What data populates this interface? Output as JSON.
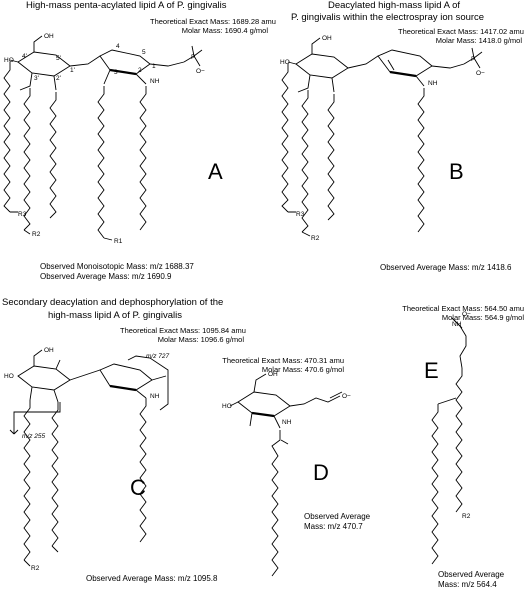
{
  "panels": {
    "A": {
      "letter": "A",
      "title": "High-mass penta-acylated lipid A of P. gingivalis",
      "exact_mass": "Theoretical Exact Mass: 1689.28 amu",
      "molar_mass": "Molar Mass: 1690.4 g/mol",
      "obs_line1": "Observed Monoisotopic Mass: m/z 1688.37",
      "obs_line2": "Observed Average Mass: m/z 1690.9",
      "groups": [
        "R1",
        "R2",
        "R3"
      ]
    },
    "B": {
      "letter": "B",
      "title_line1": "Deacylated high-mass lipid A of",
      "title_line2": "P. gingivalis within the electrospray ion source",
      "exact_mass": "Theoretical Exact Mass: 1417.02 amu",
      "molar_mass": "Molar Mass: 1418.0 g/mol",
      "obs_line1": "Observed Average Mass: m/z 1418.6",
      "groups": [
        "R2",
        "R3"
      ]
    },
    "C": {
      "letter": "C",
      "title_line1": "Secondary deacylation and dephosphorylation of the",
      "title_line2": "high-mass lipid A of P. gingivalis",
      "exact_mass": "Theoretical Exact Mass: 1095.84 amu",
      "molar_mass": "Molar Mass: 1096.6 g/mol",
      "obs_line1": "Observed Average Mass: m/z 1095.8",
      "fragment1": "m/z 727",
      "fragment2": "m/z 255",
      "groups": [
        "R2"
      ]
    },
    "D": {
      "letter": "D",
      "exact_mass": "Theoretical Exact Mass: 470.31 amu",
      "molar_mass": "Molar Mass: 470.6 g/mol",
      "obs_line1": "Observed Average",
      "obs_line2": "Mass: m/z 470.7"
    },
    "E": {
      "letter": "E",
      "exact_mass": "Theoretical Exact Mass: 564.50 amu",
      "molar_mass": "Molar Mass: 564.9 g/mol",
      "obs_line1": "Observed Average",
      "obs_line2": "Mass: m/z 564.4",
      "groups": [
        "R2"
      ]
    }
  },
  "atoms": {
    "oh": "OH",
    "ho": "HO",
    "o": "O",
    "nh": "NH",
    "p": "P",
    "o_minus": "O−",
    "ring_numbers": [
      "1",
      "2",
      "3",
      "4",
      "5",
      "1'",
      "2'",
      "3'",
      "4'",
      "5'"
    ]
  }
}
